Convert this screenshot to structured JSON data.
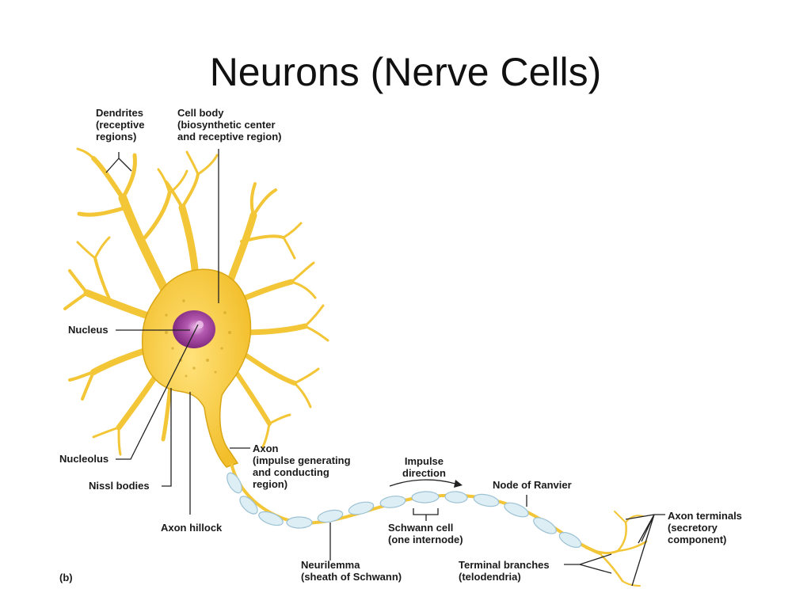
{
  "slide": {
    "title": "Neurons (Nerve Cells)"
  },
  "figure": {
    "panel_label": "(b)",
    "colors": {
      "cell": "#F6CB3C",
      "cell_edge": "#D9A615",
      "nucleus": "#8E2E8C",
      "nucleus_glow": "#D98BD4",
      "myelin": "#DDEEF5",
      "myelin_edge": "#9CC1D3",
      "leader": "#222222"
    },
    "labels": {
      "dendrites": [
        "Dendrites",
        "(receptive",
        "regions)"
      ],
      "cell_body": [
        "Cell body",
        "(biosynthetic center",
        "and receptive region)"
      ],
      "nucleus": "Nucleus",
      "nucleolus": "Nucleolus",
      "nissl_bodies": "Nissl bodies",
      "axon_hillock": "Axon hillock",
      "axon": [
        "Axon",
        "(impulse generating",
        "and conducting",
        "region)"
      ],
      "impulse_direction": [
        "Impulse",
        "direction"
      ],
      "node_of_ranvier": "Node of Ranvier",
      "schwann_cell": [
        "Schwann cell",
        "(one internode)"
      ],
      "neurilemma": [
        "Neurilemma",
        "(sheath of Schwann)"
      ],
      "terminal_branches": [
        "Terminal branches",
        "(telodendria)"
      ],
      "axon_terminals": [
        "Axon terminals",
        "(secretory",
        "component)"
      ]
    }
  }
}
